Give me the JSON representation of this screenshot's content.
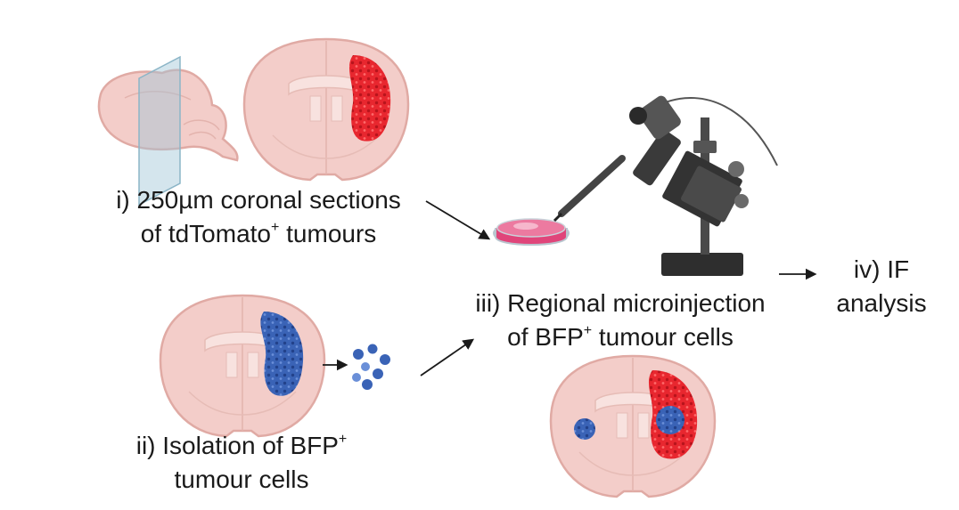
{
  "steps": {
    "i": {
      "line1": "i) 250µm coronal sections",
      "line2_pre": "of tdTomato",
      "line2_sup": "+",
      "line2_post": " tumours"
    },
    "ii": {
      "line1_pre": "ii) Isolation of BFP",
      "line1_sup": "+",
      "line2": "tumour cells"
    },
    "iii": {
      "line1": "iii) Regional microinjection",
      "line2_pre": "of BFP",
      "line2_sup": "+",
      "line2_post": " tumour cells"
    },
    "iv": {
      "line1": "iv) IF",
      "line2": "analysis"
    }
  },
  "colors": {
    "brain_fill": "#f3cdc9",
    "brain_outline": "#e0aaa4",
    "brain_inner": "#f8e2df",
    "tumour_red": "#e8272f",
    "tumour_blue": "#3a63b6",
    "arrow": "#1a1a1a",
    "dish_pink": "#e0457a",
    "instrument_dark": "#3a3a3a"
  },
  "icons": [
    "sagittal-brain-icon",
    "section-plane-icon",
    "coronal-brain-icon",
    "cell-cluster-icon",
    "petri-dish-icon",
    "micromanipulator-icon"
  ]
}
